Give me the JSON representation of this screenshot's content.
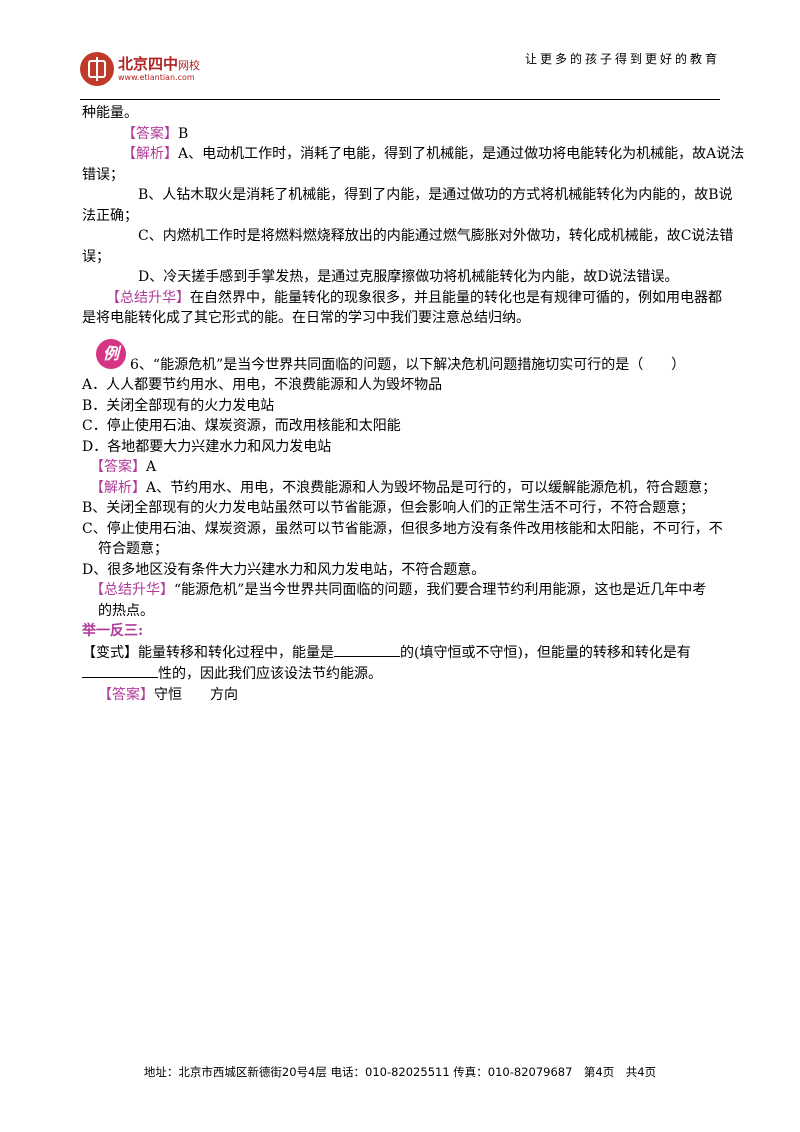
{
  "header": {
    "logo_cn": "北京四中",
    "logo_suffix": "网校",
    "logo_url": "www.etiantian.com",
    "slogan": "让更多的孩子得到更好的教育"
  },
  "content": {
    "carry_over": "种能量。",
    "q5_answer_tag": "【答案】",
    "q5_answer": "B",
    "q5_analysis_tag": "【解析】",
    "q5_a_line1": "A、电动机工作时，消耗了电能，得到了机械能，是通过做功将电能转化为机械能，故A说法",
    "q5_a_line2": "错误；",
    "q5_b_line1": "B、人钻木取火是消耗了机械能，得到了内能，是通过做功的方式将机械能转化为内能的，故B说",
    "q5_b_line2": "法正确；",
    "q5_c_line1": "C、内燃机工作时是将燃料燃烧释放出的内能通过燃气膨胀对外做功，转化成机械能，故C说法错",
    "q5_c_line2": "误；",
    "q5_d": "D、冷天搓手感到手掌发热，是通过克服摩擦做功将机械能转化为内能，故D说法错误。",
    "q5_summary_tag": "【总结升华】",
    "q5_summary_line1": "在自然界中，能量转化的现象很多，并且能量的转化也是有规律可循的，例如用电器都",
    "q5_summary_line2": "是将电能转化成了其它形式的能。在日常的学习中我们要注意总结归纳。",
    "example_badge": "例",
    "q6_stem": "6、“能源危机”是当今世界共同面临的问题，以下解决危机问题措施切实可行的是（　　）",
    "q6_options": [
      "A．人人都要节约用水、用电，不浪费能源和人为毁坏物品",
      "B．关闭全部现有的火力发电站",
      "C．停止使用石油、煤炭资源，而改用核能和太阳能",
      "D．各地都要大力兴建水力和风力发电站"
    ],
    "q6_answer_tag": "【答案】",
    "q6_answer": "A",
    "q6_analysis_tag": "【解析】",
    "q6_a": "A、节约用水、用电，不浪费能源和人为毁坏物品是可行的，可以缓解能源危机，符合题意；",
    "q6_b": "B、关闭全部现有的火力发电站虽然可以节省能源，但会影响人们的正常生活不可行，不符合题意；",
    "q6_c_line1": "C、停止使用石油、煤炭资源，虽然可以节省能源，但很多地方没有条件改用核能和太阳能，不可行，不",
    "q6_c_line2": "符合题意；",
    "q6_d": "D、很多地区没有条件大力兴建水力和风力发电站，不符合题意。",
    "q6_summary_tag": "【总结升华】",
    "q6_summary_line1": "“能源危机”是当今世界共同面临的问题，我们要合理节约利用能源，这也是近几年中考",
    "q6_summary_line2": "的热点。",
    "section_title": "举一反三:",
    "variant_tag": "【变式】",
    "variant_part1": "能量转移和转化过程中，能量是",
    "variant_part2": "的(填守恒或不守恒)，但能量的转移和转化是有",
    "variant_part3": "性的，因此我们应该设法节约能源。",
    "variant_answer_tag": "【答案】",
    "variant_answer": "守恒　　方向"
  },
  "footer": {
    "text": "地址：北京市西城区新德街20号4层 电话：010-82025511 传真：010-82079687　第4页　共4页"
  }
}
